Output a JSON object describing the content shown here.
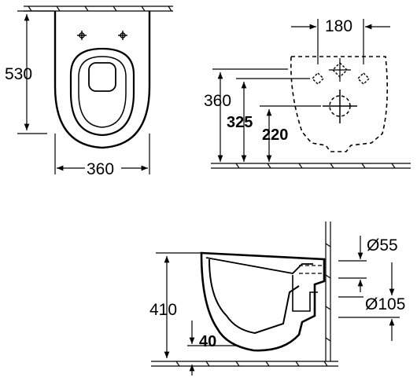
{
  "top_view": {
    "length_label": "530",
    "width_label": "360"
  },
  "rear_view": {
    "bracket_spacing_label": "180",
    "height_total_label": "360",
    "height_mid_label": "325",
    "height_low_label": "220"
  },
  "side_view": {
    "height_label": "410",
    "inlet_label": "Ø55",
    "outlet_label": "Ø105",
    "floor_offset_label": "40"
  },
  "colors": {
    "line": "#000000",
    "background": "#ffffff"
  }
}
